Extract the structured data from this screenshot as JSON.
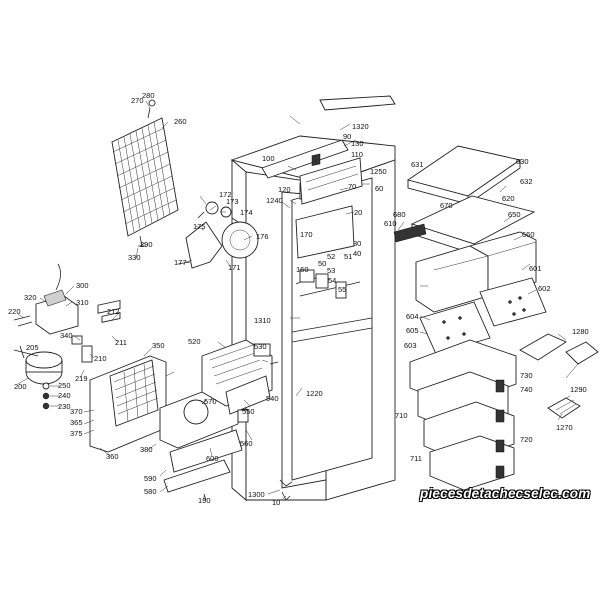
{
  "diagram": {
    "part_labels": [
      "10",
      "20",
      "30",
      "40",
      "50",
      "51",
      "52",
      "53",
      "54",
      "55",
      "60",
      "70",
      "90",
      "100",
      "110",
      "120",
      "130",
      "160",
      "170",
      "171",
      "172",
      "173",
      "174",
      "175",
      "176",
      "177",
      "190",
      "200",
      "205",
      "210",
      "211",
      "212",
      "219",
      "220",
      "230",
      "240",
      "250",
      "260",
      "270",
      "280",
      "290",
      "300",
      "310",
      "320",
      "330",
      "340",
      "350",
      "360",
      "365",
      "370",
      "375",
      "380",
      "520",
      "530",
      "540",
      "550",
      "560",
      "570",
      "580",
      "590",
      "600",
      "601",
      "602",
      "603",
      "604",
      "605",
      "610",
      "620",
      "630",
      "631",
      "632",
      "650",
      "660",
      "670",
      "680",
      "710",
      "711",
      "720",
      "730",
      "740",
      "1220",
      "1240",
      "1250",
      "1270",
      "1280",
      "1290",
      "1300",
      "1310",
      "1320"
    ],
    "watermark": "piecesdetachecselec.com"
  }
}
